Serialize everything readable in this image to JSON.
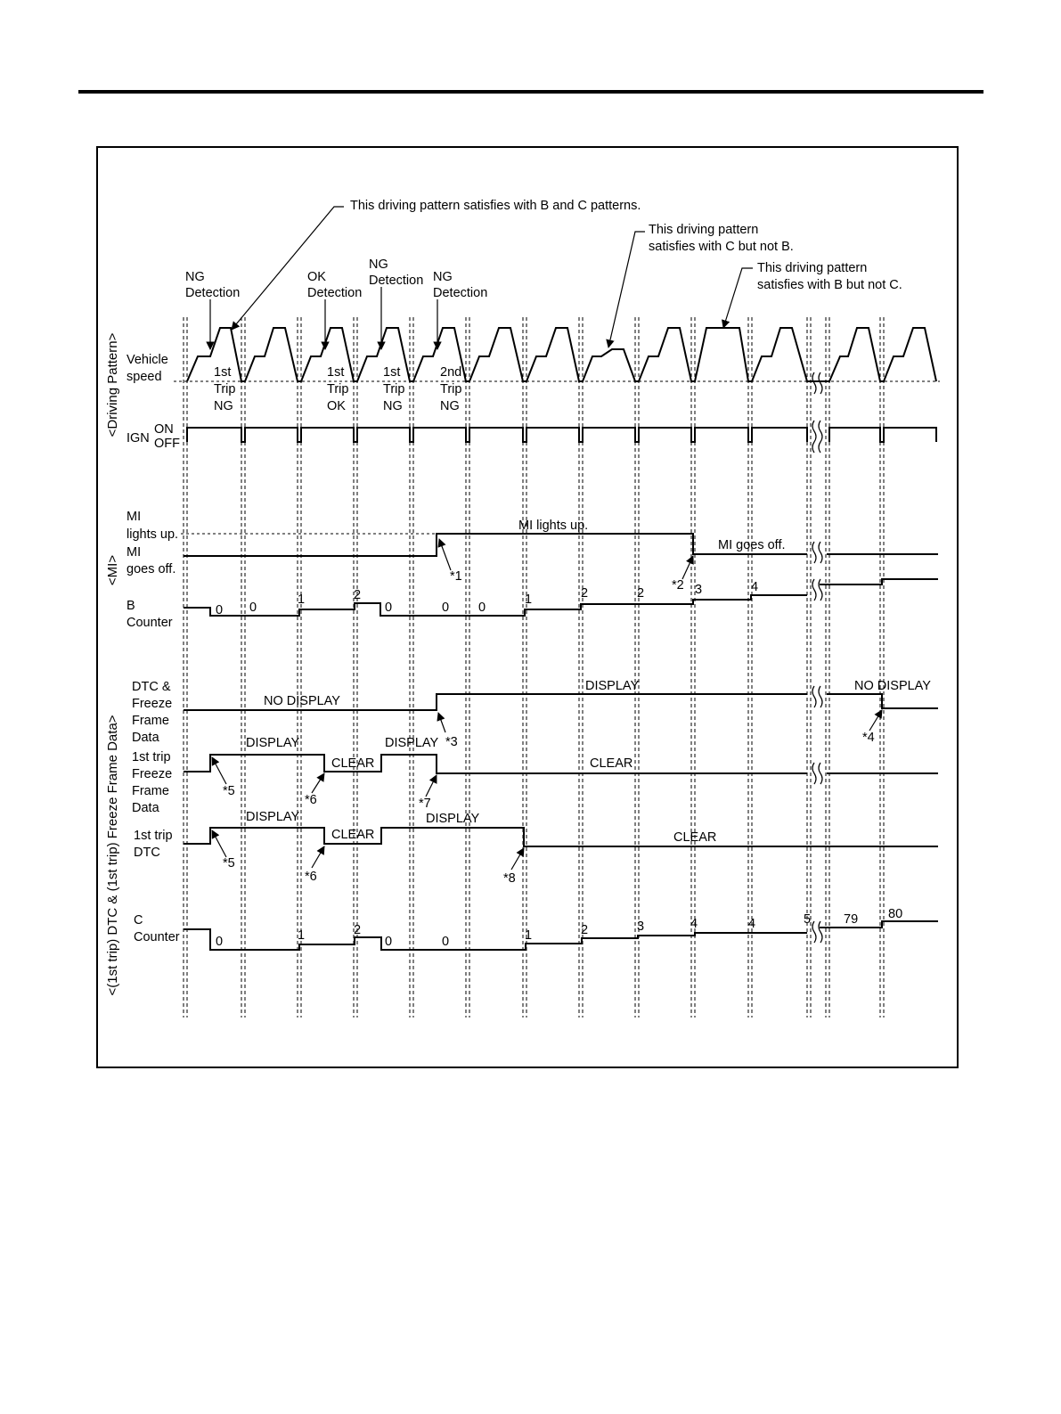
{
  "annotations": {
    "b_and_c": "This driving pattern satisfies with B and C patterns.",
    "c_not_b_1": "This driving pattern",
    "c_not_b_2": "satisfies with C but not B.",
    "b_not_c_1": "This driving pattern",
    "b_not_c_2": "satisfies with B but not C."
  },
  "detections": {
    "ng1": [
      "NG",
      "Detection"
    ],
    "ok": [
      "OK",
      "Detection"
    ],
    "ng2": [
      "NG",
      "Detection"
    ],
    "ng3": [
      "NG",
      "Detection"
    ]
  },
  "sections": {
    "driving": "<Driving Pattern>",
    "mi": "<MI>",
    "dtc": "<(1st trip) DTC & (1st trip) Freeze Frame Data>"
  },
  "rows": {
    "vehicle_speed": [
      "Vehicle",
      "speed"
    ],
    "ign": "IGN",
    "ign_on": "ON",
    "ign_off": "OFF",
    "mi_lights_up": [
      "MI",
      "lights up."
    ],
    "mi_goes_off": [
      "MI",
      "goes off."
    ],
    "b_counter": [
      "B",
      "Counter"
    ],
    "dtc_ffd": [
      "DTC &",
      "Freeze",
      "Frame",
      "Data"
    ],
    "ffd_1st": [
      "1st trip",
      "Freeze",
      "Frame",
      "Data"
    ],
    "dtc_1st": [
      "1st trip",
      "DTC"
    ],
    "c_counter": [
      "C",
      "Counter"
    ]
  },
  "trips": [
    [
      "1st",
      "Trip",
      "NG"
    ],
    [
      "1st",
      "Trip",
      "OK"
    ],
    [
      "1st",
      "Trip",
      "NG"
    ],
    [
      "2nd",
      "Trip",
      "NG"
    ]
  ],
  "signal_text": {
    "mi_lights_up": "MI lights up.",
    "mi_goes_off": "MI goes off.",
    "no_display": "NO DISPLAY",
    "display": "DISPLAY",
    "clear": "CLEAR"
  },
  "notes": [
    "*1",
    "*2",
    "*3",
    "*4",
    "*5",
    "*6",
    "*7",
    "*8"
  ],
  "b_counter_values": [
    "0",
    "0",
    "1",
    "2",
    "0",
    "0",
    "0",
    "1",
    "2",
    "2",
    "3",
    "4"
  ],
  "c_counter_values": [
    "0",
    "1",
    "2",
    "0",
    "0",
    "1",
    "2",
    "3",
    "4",
    "4",
    "5",
    "79",
    "80"
  ]
}
